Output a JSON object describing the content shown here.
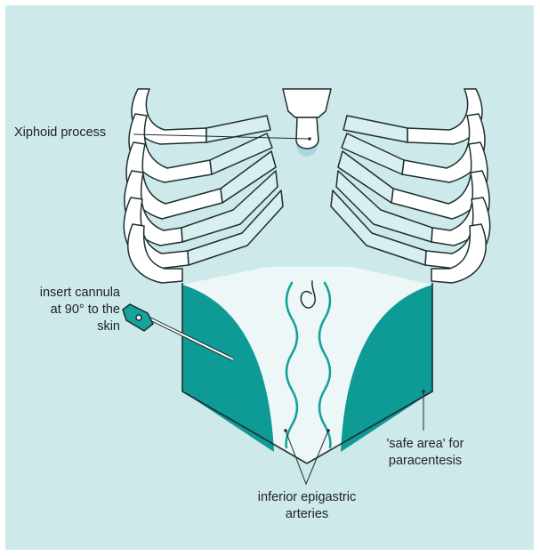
{
  "colors": {
    "background": "#cde9ea",
    "abdomen_fill": "#eef7f7",
    "safe_area": "#0e9a95",
    "artery": "#14a39d",
    "bone_fill": "#ffffff",
    "cartilage_fill": "#d9eeee",
    "outline": "#1d2e30"
  },
  "labels": {
    "xiphoid": "Xiphoid process",
    "cannula_line1": "insert cannula",
    "cannula_line2": "at 90° to the",
    "cannula_line3": "skin",
    "safe_line1": "'safe area' for",
    "safe_line2": "paracentesis",
    "arteries_line1": "inferior epigastric",
    "arteries_line2": "arteries"
  },
  "icons": {
    "umbilicus": "umbilicus-icon",
    "cannula": "cannula-icon"
  }
}
